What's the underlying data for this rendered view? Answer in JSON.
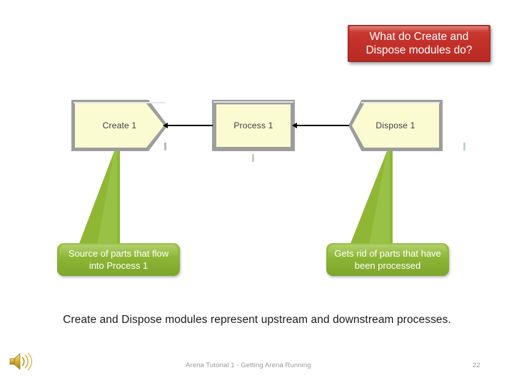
{
  "slide": {
    "page_number": "22",
    "footer": "Arena Tutorial 1 - Getting Arena Running",
    "caption": "Create and Dispose modules represent upstream and downstream processes.",
    "title_callout": "What do Create and Dispose modules do?"
  },
  "diagram": {
    "modules": [
      {
        "label": "Create 1",
        "shape": "pentagon-right"
      },
      {
        "label": "Process 1",
        "shape": "rectangle"
      },
      {
        "label": "Dispose 1",
        "shape": "pentagon-left"
      }
    ],
    "callouts": [
      {
        "text": "Source of parts that flow into Process 1",
        "target": "Create 1"
      },
      {
        "text": "Gets rid of parts that have been processed",
        "target": "Dispose 1"
      }
    ]
  },
  "colors": {
    "title_red": "#c4322b",
    "callout_green": "#8fb735",
    "module_fill": "#fbfbd2",
    "module_border": "#9d9d9d",
    "connector": "#000000",
    "footer_gray": "#9a9a9a",
    "speaker_gold": "#d9b430"
  },
  "icons": {
    "speaker": "speaker-icon"
  }
}
